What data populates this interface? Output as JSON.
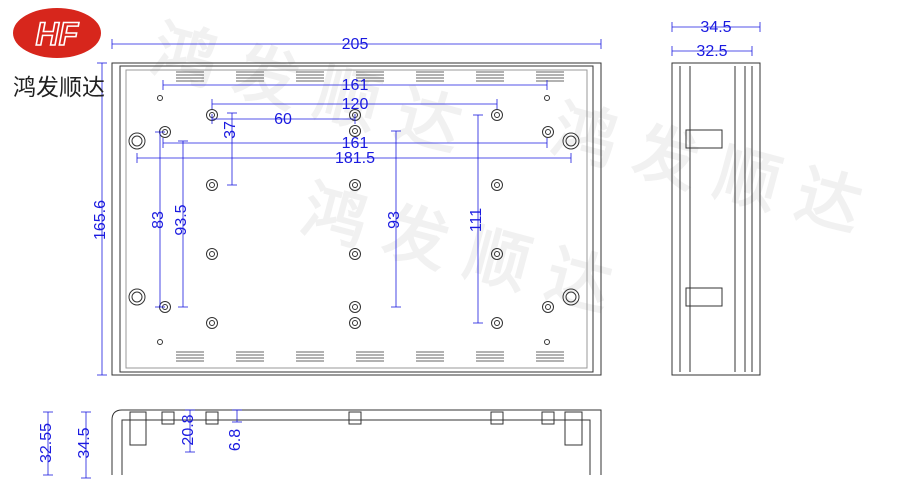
{
  "logo": {
    "mark": "HF",
    "company_name": "鸿发顺达",
    "color": "#d7261c"
  },
  "watermark": "鸿发顺达",
  "front_view": {
    "width": "205",
    "height": "165.6",
    "dims": {
      "top_161": "161",
      "d120": "120",
      "d60": "60",
      "d37": "37",
      "mid_161": "161",
      "d181_5": "181.5",
      "d83": "83",
      "d93_5": "93.5",
      "d93": "93",
      "d111": "111"
    }
  },
  "side_view": {
    "d34_5": "34.5",
    "d32_5": "32.5"
  },
  "bottom_view": {
    "d32_55": "32.55",
    "d34_5": "34.5",
    "d20_8": "20.8",
    "d6_8": "6.8"
  },
  "colors": {
    "dimension": "#1a1ae0",
    "outline": "#333333"
  }
}
